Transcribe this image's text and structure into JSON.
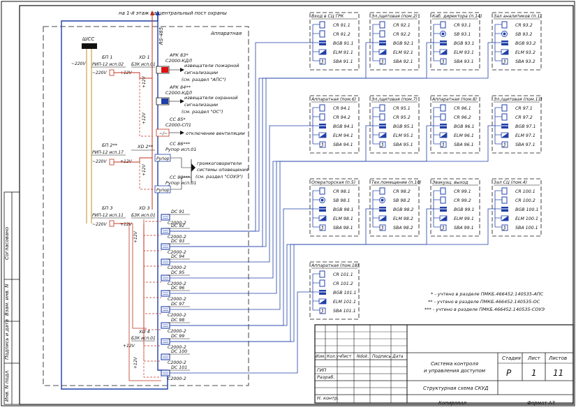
{
  "header": {
    "top_note": "на 1-й этаж на центральный пост охраны",
    "rs485": "RS-485",
    "apparatnaya": "Аппаратная"
  },
  "left_panel": {
    "shss": "ШСС",
    "v220": "~220V",
    "v12": "+12V",
    "bp1": "БП 1",
    "bp1_model": "РИП-12 исп.02",
    "xd1": "XD 1",
    "xd1_model": "БЗК исп.01",
    "ark83": "АРК 83*",
    "ark83_model": "С2000-КДЛ",
    "fire_det": [
      "извещатели пожарной",
      "сигнализации",
      "(см. раздел \"АПС\")"
    ],
    "ark84": "АРК 84**",
    "ark84_model": "С2000-КДЛ",
    "sec_det": [
      "извещатели охранной",
      "сигнализации",
      "(см. раздел \"ОС\")"
    ],
    "cc85": "CC 85*",
    "cc85_model": "С2000-СП1",
    "vent_off": "отключение вентиляции",
    "bp2": "БП 2**",
    "bp2_model": "РИП-12 исп.17",
    "xd2": "XD 2**",
    "cc86": "CC 86***",
    "cc86_model": "Рупор исп.01",
    "rupor": "Рупор",
    "loudspeakers": [
      "громкоговорители",
      "системы оповещения",
      "(см. раздел \"СОУЭ\")"
    ],
    "cc90": "CC 90***",
    "cc90_model": "Рупор исп.01",
    "bp3": "БП 3",
    "bp3_model": "РИП-12 исп.11",
    "xd3": "XD 3",
    "xd3_model": "БЗК исп.01",
    "xd4": "XD 4",
    "xd4_model": "БЗК исп.01",
    "controllers": [
      {
        "id": "DC 91",
        "model": "С2000-2"
      },
      {
        "id": "DC 92",
        "model": "С2000-2"
      },
      {
        "id": "DC 93",
        "model": "С2000-2"
      },
      {
        "id": "DC 94",
        "model": "С2000-2"
      },
      {
        "id": "DC 95",
        "model": "С2000-2"
      },
      {
        "id": "DC 96",
        "model": "С2000-2"
      },
      {
        "id": "DC 97",
        "model": "С2000-2"
      },
      {
        "id": "DC 98",
        "model": "С2000-2"
      },
      {
        "id": "DC 99",
        "model": "С2000-2"
      },
      {
        "id": "DC 100",
        "model": "С2000-2"
      },
      {
        "id": "DC 101",
        "model": "С2000-2"
      }
    ]
  },
  "rooms": [
    {
      "title": "Вход в СЦ ГРК",
      "items": [
        {
          "icon": "reader",
          "label": "CR 91.1"
        },
        {
          "icon": "reader",
          "label": "CR 91.2"
        },
        {
          "icon": "lock",
          "label": "BGB 91.1"
        },
        {
          "icon": "magnet",
          "label": "ELM 91.1"
        },
        {
          "icon": "exit-button",
          "label": "SBA 91.1"
        }
      ]
    },
    {
      "title": "Эл./щитовая (пом.2)",
      "items": [
        {
          "icon": "reader",
          "label": "CR 92.1"
        },
        {
          "icon": "reader",
          "label": "CR 92.2"
        },
        {
          "icon": "lock",
          "label": "BGB 92.1"
        },
        {
          "icon": "magnet",
          "label": "ELM 92.1"
        },
        {
          "icon": "exit-button",
          "label": "SBA 92.1"
        }
      ]
    },
    {
      "title": "Каб. директора (п.14)",
      "items": [
        {
          "icon": "reader",
          "label": "CR 93.1"
        },
        {
          "icon": "button",
          "label": "SB 93.1"
        },
        {
          "icon": "lock",
          "label": "BGB 93.1"
        },
        {
          "icon": "magnet",
          "label": "ELM 93.1"
        },
        {
          "icon": "exit-button",
          "label": "SBA 93.1"
        }
      ]
    },
    {
      "title": "Зал аналитиков (п.1)",
      "items": [
        {
          "icon": "reader",
          "label": "CR 93.2"
        },
        {
          "icon": "button",
          "label": "SB 93.2"
        },
        {
          "icon": "lock",
          "label": "BGB 93.2"
        },
        {
          "icon": "magnet",
          "label": "ELM 93.2"
        },
        {
          "icon": "exit-button",
          "label": "SBA 93.2"
        }
      ]
    },
    {
      "title": "Аппаратная (пом.6)",
      "items": [
        {
          "icon": "reader",
          "label": "CR 94.1"
        },
        {
          "icon": "reader",
          "label": "CR 94.2"
        },
        {
          "icon": "lock",
          "label": "BGB 94.1"
        },
        {
          "icon": "magnet",
          "label": "ELM 94.1"
        },
        {
          "icon": "exit-button",
          "label": "SBA 94.1"
        }
      ]
    },
    {
      "title": "Эл./щитовая (пом.7)",
      "items": [
        {
          "icon": "reader",
          "label": "CR 95.1"
        },
        {
          "icon": "reader",
          "label": "CR 95.2"
        },
        {
          "icon": "lock",
          "label": "BGB 95.1"
        },
        {
          "icon": "magnet",
          "label": "ELM 95.1"
        },
        {
          "icon": "exit-button",
          "label": "SBA 95.1"
        }
      ]
    },
    {
      "title": "Аппаратная (пом.8)",
      "items": [
        {
          "icon": "reader",
          "label": "CR 96.1"
        },
        {
          "icon": "reader",
          "label": "CR 96.2"
        },
        {
          "icon": "lock",
          "label": "BGB 96.1"
        },
        {
          "icon": "magnet",
          "label": "ELM 96.1"
        },
        {
          "icon": "exit-button",
          "label": "SBA 96.1"
        }
      ]
    },
    {
      "title": "Эл./щитовая (пом.11)",
      "items": [
        {
          "icon": "reader",
          "label": "CR 97.1"
        },
        {
          "icon": "reader",
          "label": "CR 97.2"
        },
        {
          "icon": "lock",
          "label": "BGB 97.1"
        },
        {
          "icon": "magnet",
          "label": "ELM 97.1"
        },
        {
          "icon": "exit-button",
          "label": "SBA 97.1"
        }
      ]
    },
    {
      "title": "Операторская (п.5)",
      "items": [
        {
          "icon": "reader",
          "label": "CR 98.1"
        },
        {
          "icon": "button",
          "label": "SB 98.1"
        },
        {
          "icon": "lock",
          "label": "BGB 98.1"
        },
        {
          "icon": "magnet",
          "label": "ELM 98.1"
        },
        {
          "icon": "exit-button",
          "label": "SBA 98.1"
        }
      ]
    },
    {
      "title": "Тех.помещение (п.10)",
      "items": [
        {
          "icon": "reader",
          "label": "CR 98.2"
        },
        {
          "icon": "button",
          "label": "SB 98.2"
        },
        {
          "icon": "lock",
          "label": "BGB 98.2"
        },
        {
          "icon": "magnet",
          "label": "ELM 98.2"
        },
        {
          "icon": "exit-button",
          "label": "SBA 98.2"
        }
      ]
    },
    {
      "title": "Эвакуац. выход",
      "items": [
        {
          "icon": "reader",
          "label": "CR 99.1"
        },
        {
          "icon": "reader",
          "label": "CR 99.2"
        },
        {
          "icon": "lock",
          "label": "BGB 99.1"
        },
        {
          "icon": "magnet",
          "label": "ELM 99.1"
        },
        {
          "icon": "exit-button",
          "label": "SBA 99.1"
        }
      ]
    },
    {
      "title": "Зал СЦ (пом.4)",
      "items": [
        {
          "icon": "reader",
          "label": "CR 100.1"
        },
        {
          "icon": "reader",
          "label": "CR 100.2"
        },
        {
          "icon": "lock",
          "label": "BGB 100.1"
        },
        {
          "icon": "magnet",
          "label": "ELM 100.1"
        },
        {
          "icon": "exit-button",
          "label": "SBA 100.1"
        }
      ]
    },
    {
      "title": "Аппаратная (пом.18)",
      "items": [
        {
          "icon": "reader",
          "label": "CR 101.1"
        },
        {
          "icon": "reader",
          "label": "CR 101.2"
        },
        {
          "icon": "lock",
          "label": "BGB 101.1"
        },
        {
          "icon": "magnet",
          "label": "ELM 101.1"
        },
        {
          "icon": "exit-button",
          "label": "SBA 101.1"
        }
      ]
    }
  ],
  "notes": [
    "* - учтено в разделе ПМКБ.466452.140535-АПС",
    "** - учтено в разделе ПМКБ.466452.140535-ОС",
    "*** - учтено в разделе ПМКБ.466452.140535-СОУЭ"
  ],
  "side_stamp": [
    "Согласовано",
    "Взам. инв. N",
    "Подпись и дата",
    "Инв. N подл."
  ],
  "title_block": {
    "columns": [
      "Изм.",
      "Кол.уч",
      "Лист",
      "Ndok.",
      "Подпись",
      "Дата"
    ],
    "roles": [
      "ГИП",
      "Разраб.",
      "Н. контр."
    ],
    "system_title": [
      "Система контроля",
      "и управления доступом"
    ],
    "drawing_name": "Структурная схема СКУД",
    "stage_header": "Стадия",
    "sheet_header": "Лист",
    "sheets_header": "Листов",
    "stage": "Р",
    "sheet": "1",
    "sheets": "11",
    "copied": "Копировал",
    "format": "Формат А3"
  },
  "colors": {
    "ink": "#111111",
    "wire": "#1f3fa8",
    "power": "#c0301e",
    "power2": "#b8860b",
    "accent_red": "#e01010"
  }
}
